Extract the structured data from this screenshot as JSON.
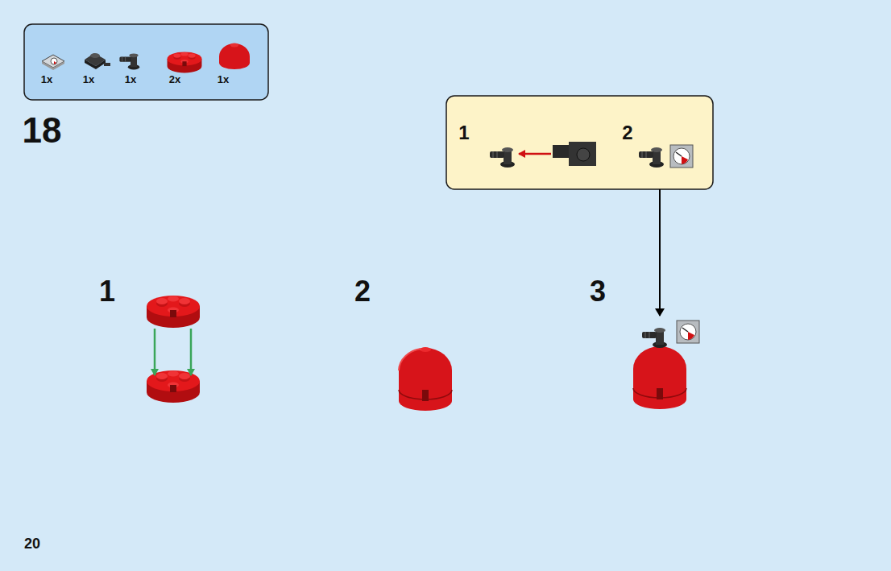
{
  "diagram": {
    "nodes": [
      {
        "text": [
          "1x",
          "1x",
          "1x",
          "2x",
          "1x"
        ]
      },
      {
        "text": [
          "1",
          "2"
        ]
      }
    ],
    "labels": [
      "18",
      "1",
      "2",
      "3",
      "20"
    ]
  }
}
